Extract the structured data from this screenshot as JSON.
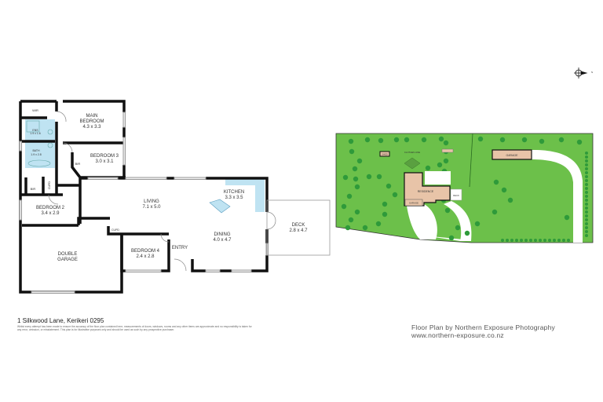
{
  "floor_plan": {
    "rooms": {
      "wir": {
        "name": "WIR"
      },
      "main_bedroom": {
        "name1": "MAIN",
        "name2": "BEDROOM",
        "size": "4.3 x 3.3"
      },
      "ens": {
        "name": "ENS",
        "size": "1.9 x 1.6"
      },
      "bath": {
        "name": "BATH",
        "size": "1.9 x 2.8"
      },
      "bedroom3": {
        "name": "BEDROOM 3",
        "size": "3.0 x 3.1"
      },
      "bir3": {
        "name": "BIR"
      },
      "bir2": {
        "name": "BIR"
      },
      "cupd1": {
        "name": "CUPD"
      },
      "bedroom2": {
        "name": "BEDROOM 2",
        "size": "3.4 x 2.9"
      },
      "living": {
        "name": "LIVING",
        "size": "7.1 x 5.0"
      },
      "kitchen": {
        "name": "KITCHEN",
        "size": "3.3 x 3.5"
      },
      "dining": {
        "name": "DINING",
        "size": "4.0 x 4.7"
      },
      "deck": {
        "name": "DECK",
        "size": "2.8 x 4.7"
      },
      "double_garage": {
        "name1": "DOUBLE",
        "name2": "GARAGE"
      },
      "bedroom4": {
        "name": "BEDROOM 4",
        "size": "2.4 x 2.8"
      },
      "entry": {
        "name": "ENTRY"
      },
      "cupd2": {
        "name": "CUPD"
      }
    },
    "colors": {
      "wall": "#111111",
      "wet_area": "#bfe3f2",
      "kitchen": "#bfe3f2"
    }
  },
  "site_plan": {
    "labels": {
      "garage": "GARAGE",
      "residence": "RESIDENCE",
      "res_garage": "GARAGE",
      "deck": "DECK",
      "shed": "SHED",
      "clothes_line": "CLOTHES LINE"
    },
    "colors": {
      "lawn": "#6cc04a",
      "tree": "#2f9a3a",
      "building": "#e8c4a8",
      "driveway": "#ffffff"
    }
  },
  "compass": {
    "north_label": "N"
  },
  "footer": {
    "address": "1 Silkwood Lane, Kerikeri 0295",
    "disclaimer": "Whilst every attempt has been made to ensure the accuracy of the floor plan contained here, measurements of doors, windows, rooms and any other items are approximate and no responsibility is taken for any error, omission, or misstatement. This plan is for illustrative purposes only and should be used as such by any prospective purchaser.",
    "credit": "Floor Plan by Northern Exposure Photography",
    "website": "www.northern-exposure.co.nz"
  }
}
